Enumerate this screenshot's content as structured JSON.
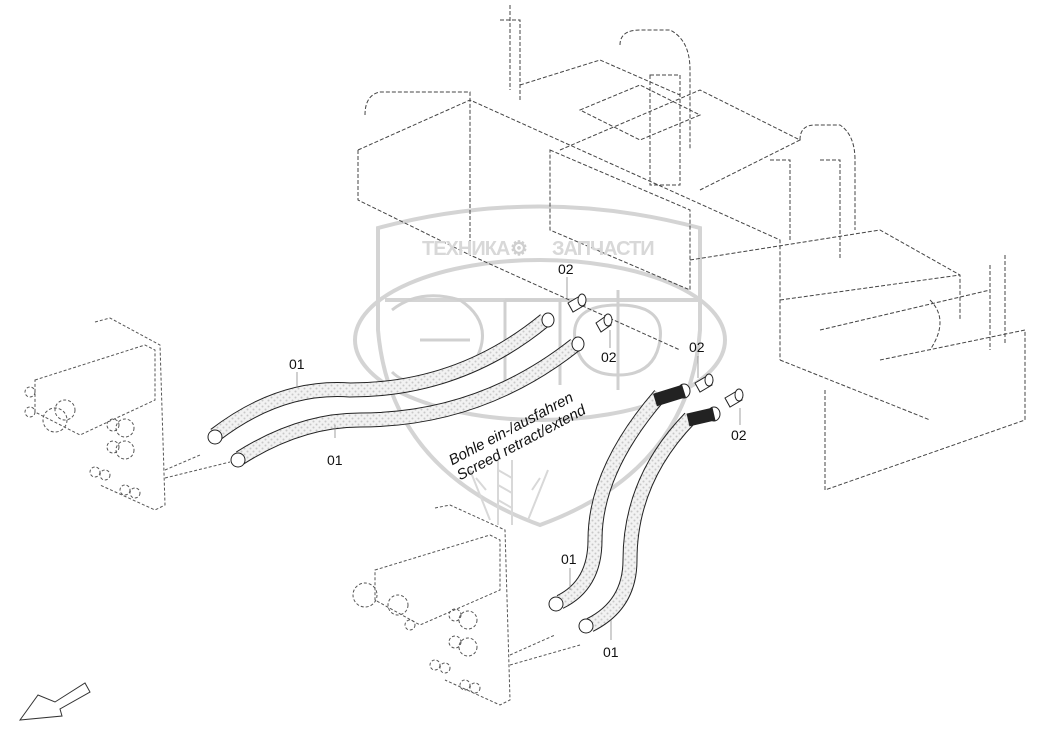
{
  "diagram": {
    "title": "Hydraulic hoses screed retract/extend",
    "caption_de": "Bohle ein-/ausfahren",
    "caption_en": "Screed retract/extend",
    "watermark": {
      "top_left": "ТЕХНИКА",
      "top_right": "ЗАПЧАСТИ",
      "logo": "ЭПФ",
      "icon": "gear-icon"
    },
    "part_labels": [
      {
        "id": "01",
        "refers_to": "hydraulic hose (upper-left, top)"
      },
      {
        "id": "01",
        "refers_to": "hydraulic hose (upper-left, bottom)"
      },
      {
        "id": "02",
        "refers_to": "fitting (upper, top)"
      },
      {
        "id": "02",
        "refers_to": "fitting (upper, bottom)"
      },
      {
        "id": "02",
        "refers_to": "fitting (right, top)"
      },
      {
        "id": "02",
        "refers_to": "fitting (right, bottom)"
      },
      {
        "id": "01",
        "refers_to": "hydraulic hose (lower, left)"
      },
      {
        "id": "01",
        "refers_to": "hydraulic hose (lower, right)"
      }
    ],
    "direction_arrow": "arrow-down-left-icon",
    "colors": {
      "line": "#222222",
      "ghost": "#9a9a9a",
      "watermark": "#d6d6d6",
      "hose_fill": "#e6e6e6"
    }
  }
}
